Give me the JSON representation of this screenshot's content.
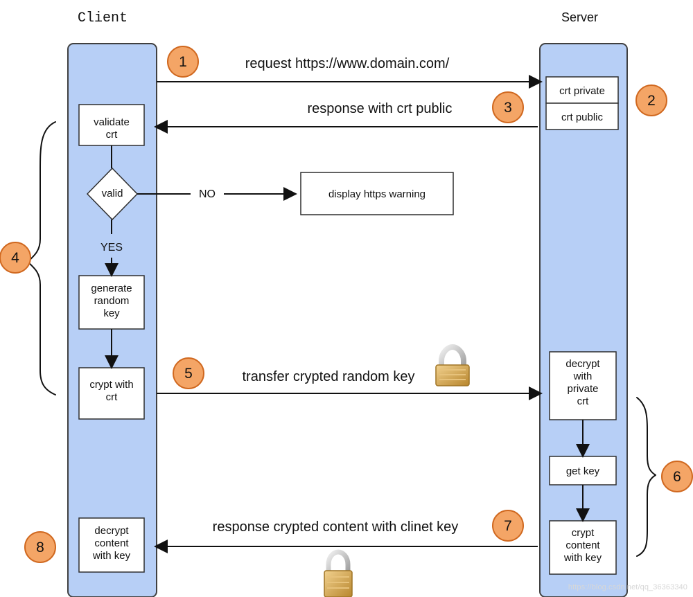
{
  "diagram": {
    "lanes": {
      "client": "Client",
      "server": "Server"
    },
    "nodes": {
      "validate": "validate\ncrt",
      "valid": "valid",
      "display_warning": "display https warning",
      "generate_key": "generate\nrandom\nkey",
      "crypt_with_crt": "crypt with\ncrt",
      "decrypt_content": "decrypt\ncontent\nwith key",
      "crt_private": "crt private",
      "crt_public": "crt public",
      "decrypt_private": "decrypt\nwith\nprivate\ncrt",
      "get_key": "get key",
      "crypt_content": "crypt\ncontent\nwith key"
    },
    "labels": {
      "no": "NO",
      "yes": "YES"
    },
    "messages": {
      "request": "request https://www.domain.com/",
      "response_crt": "response with crt public",
      "transfer_key": "transfer crypted random key",
      "response_content": "response crypted content with clinet key"
    },
    "steps": [
      "1",
      "2",
      "3",
      "4",
      "5",
      "6",
      "7",
      "8"
    ],
    "colors": {
      "lane_fill": "#b7cff6",
      "lane_stroke": "#404040",
      "box_fill": "#ffffff",
      "box_stroke": "#2f2f2f",
      "arrow": "#111111",
      "step_fill": "#f4a566",
      "step_stroke": "#d0681f",
      "text": "#111111",
      "lock_body": "#d5a651",
      "lock_shackle": "#bfbfbf"
    },
    "watermark": "https://blog.csdn.net/qq_36363340"
  }
}
